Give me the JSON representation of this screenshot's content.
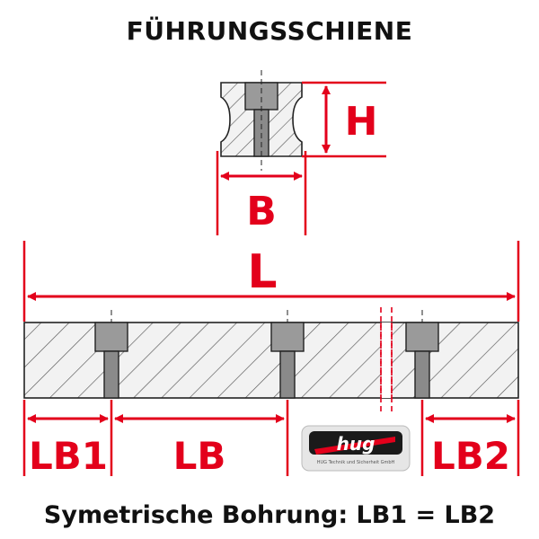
{
  "title": "FÜHRUNGSSCHIENE",
  "caption": "Symetrische Bohrung: LB1 = LB2",
  "dimensions": {
    "height": "H",
    "width": "B",
    "length": "L",
    "edge_left": "LB1",
    "spacing": "LB",
    "edge_right": "LB2"
  },
  "logo": {
    "word": "hug",
    "subtitle": "HUG Technik und Sicherheit GmbH"
  },
  "colors": {
    "dimension": "#e3001b",
    "outline": "#222222",
    "hatch": "#555555",
    "bolt": "#8a8a8a"
  }
}
